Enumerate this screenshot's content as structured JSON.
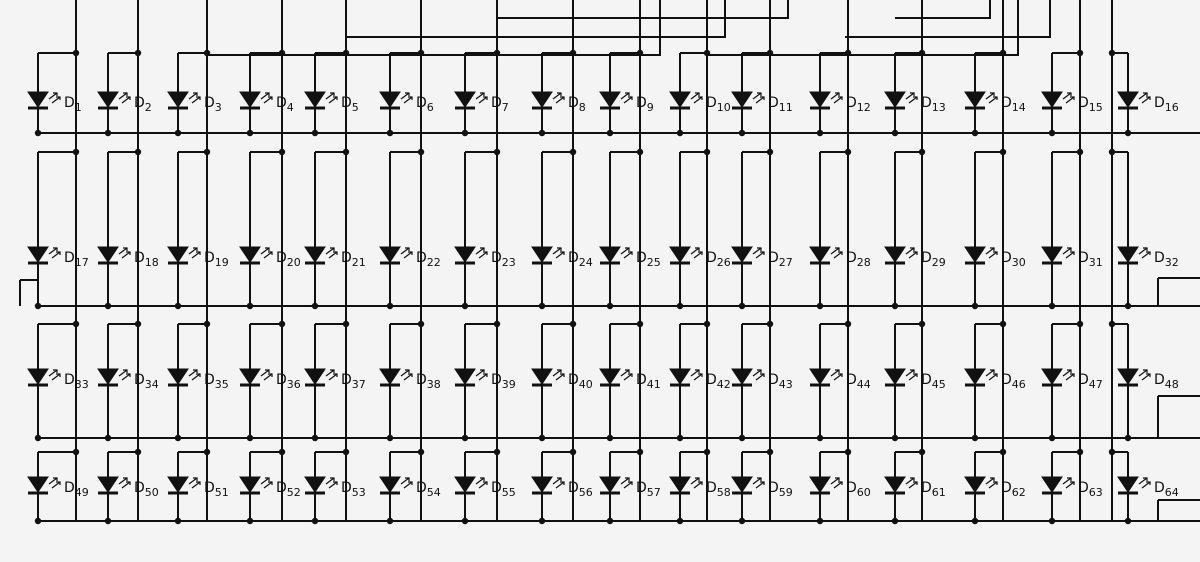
{
  "diagram": {
    "label_prefix": "D",
    "rows": [
      [
        "1",
        "2",
        "3",
        "4",
        "5",
        "6",
        "7",
        "8",
        "9",
        "10",
        "11",
        "12",
        "13",
        "14",
        "15",
        "16"
      ],
      [
        "17",
        "18",
        "19",
        "20",
        "21",
        "22",
        "23",
        "24",
        "25",
        "26",
        "27",
        "28",
        "29",
        "30",
        "31",
        "32"
      ],
      [
        "33",
        "34",
        "35",
        "36",
        "37",
        "38",
        "39",
        "40",
        "41",
        "42",
        "43",
        "44",
        "45",
        "46",
        "47",
        "48"
      ],
      [
        "49",
        "50",
        "51",
        "52",
        "53",
        "54",
        "55",
        "56",
        "57",
        "58",
        "59",
        "60",
        "61",
        "62",
        "63",
        "64"
      ]
    ]
  }
}
